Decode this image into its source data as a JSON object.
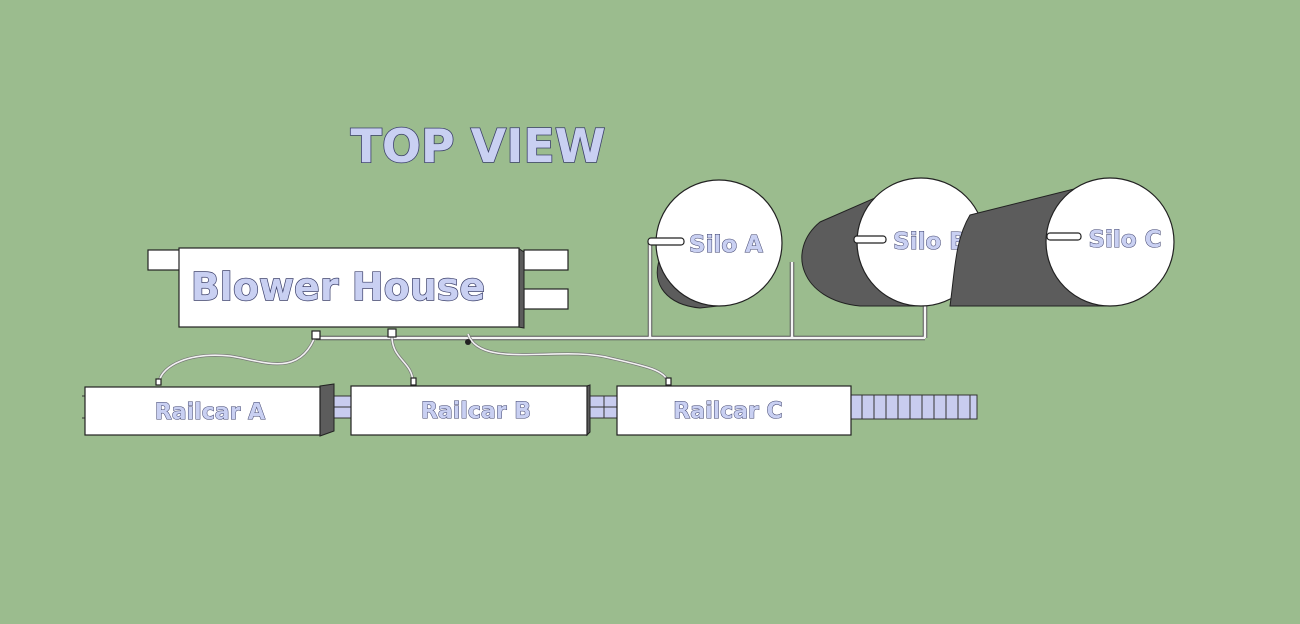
{
  "title": "TOP VIEW",
  "blower_house": {
    "label": "Blower House"
  },
  "silos": [
    {
      "label": "Silo A"
    },
    {
      "label": "Silo B"
    },
    {
      "label": "Silo C"
    }
  ],
  "railcars": [
    {
      "label": "Railcar A"
    },
    {
      "label": "Railcar B"
    },
    {
      "label": "Railcar C"
    }
  ],
  "colors": {
    "background": "#9bbc8e",
    "label_fill": "#c9d0f2",
    "label_outline": "#3b3f6a",
    "silo_shadow": "#5c5c5c"
  }
}
